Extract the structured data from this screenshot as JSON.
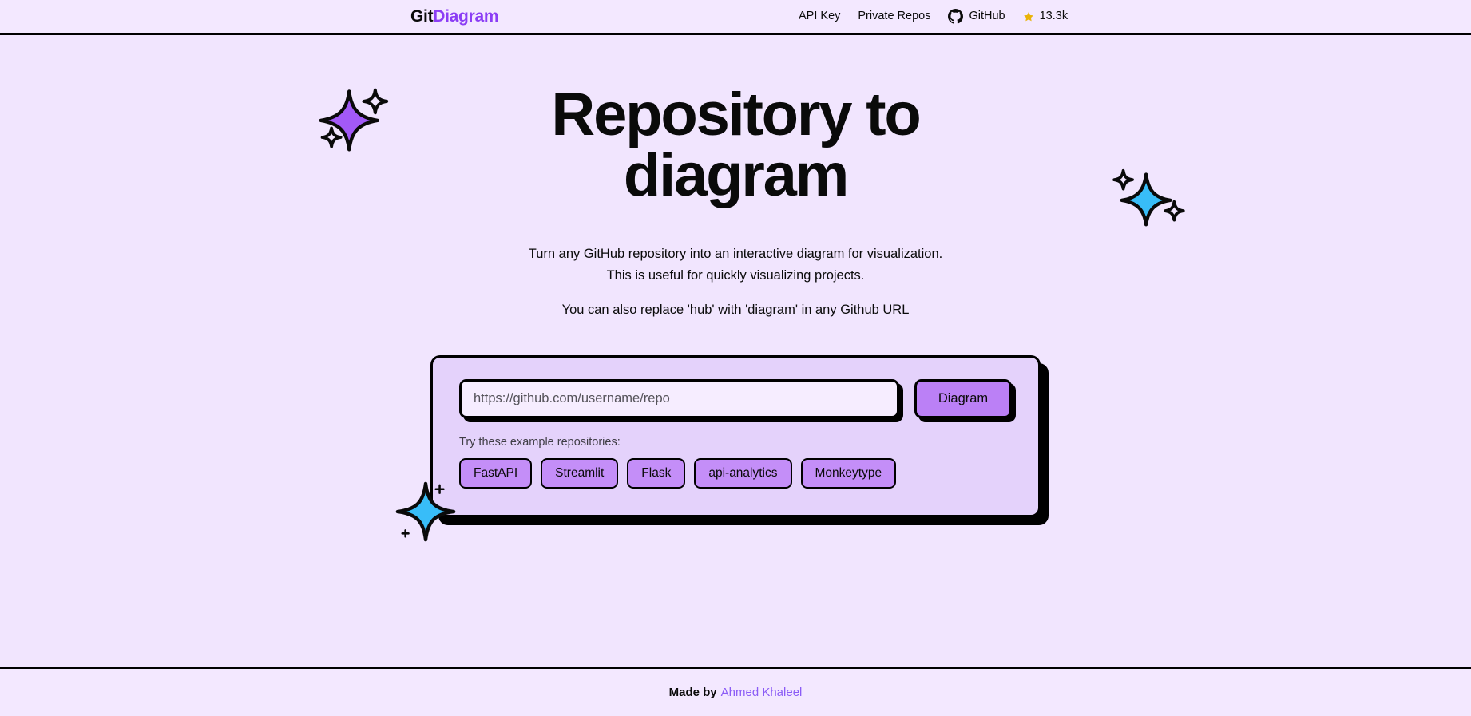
{
  "header": {
    "brand": {
      "part1": "Git",
      "part2": "Diagram"
    },
    "nav": [
      {
        "name": "api-key",
        "label": "API Key",
        "icon": null
      },
      {
        "name": "private-repos",
        "label": "Private Repos",
        "icon": null
      },
      {
        "name": "github",
        "label": "GitHub",
        "icon": "github-icon"
      },
      {
        "name": "stars",
        "label": "13.3k",
        "icon": "star-icon"
      }
    ]
  },
  "hero": {
    "title_line1": "Repository to",
    "title_line2": "diagram",
    "subtitle_line1": "Turn any GitHub repository into an interactive diagram for visualization.",
    "subtitle_line2": "This is useful for quickly visualizing projects.",
    "subtitle_line3": "You can also replace 'hub' with 'diagram' in any Github URL",
    "sparkles": [
      {
        "name": "sparkle-purple",
        "color": "#a259f7"
      },
      {
        "name": "sparkle-blue-right",
        "color": "#38bdf8"
      },
      {
        "name": "sparkle-blue-card",
        "color": "#38bdf8"
      }
    ]
  },
  "form": {
    "input_value": "",
    "input_placeholder": "https://github.com/username/repo",
    "submit_label": "Diagram",
    "examples_label": "Try these example repositories:",
    "examples": [
      {
        "label": "FastAPI"
      },
      {
        "label": "Streamlit"
      },
      {
        "label": "Flask"
      },
      {
        "label": "api-analytics"
      },
      {
        "label": "Monkeytype"
      }
    ]
  },
  "footer": {
    "made_by": "Made by",
    "author": "Ahmed Khaleel"
  },
  "colors": {
    "page_bg": "#f1e5fe",
    "bar_bg": "#f3e8ff",
    "card_bg": "#e4d2fb",
    "accent_purple": "#8b3df5",
    "button_purple": "#bb80f6",
    "chip_purple": "#c48ef8",
    "star_gold": "#eab308",
    "link_purple": "#8b5cf6",
    "outline": "#000000"
  }
}
